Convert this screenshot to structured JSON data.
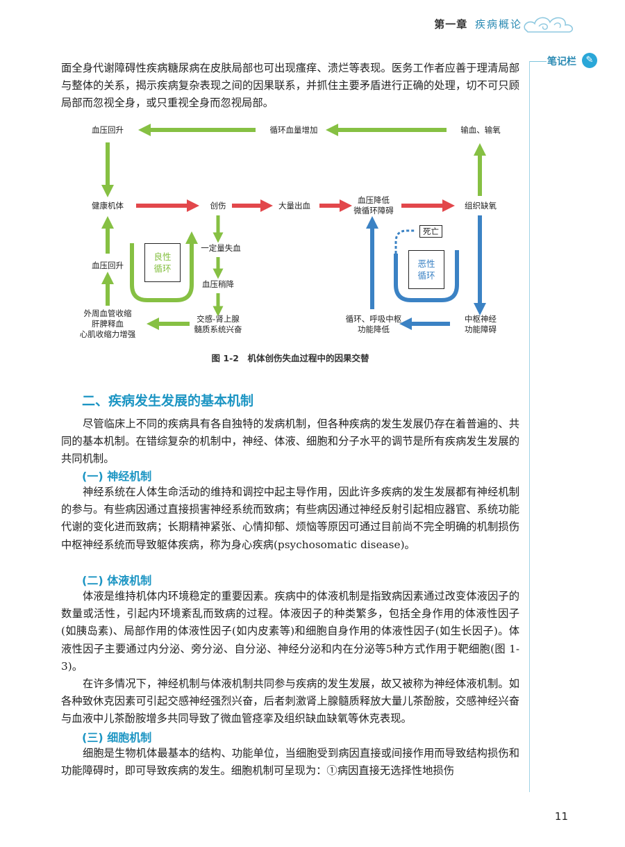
{
  "header": {
    "chapter": "第一章",
    "title": "疾病概论"
  },
  "sidebar": {
    "notes_label": "笔记栏"
  },
  "intro_paragraph": "面全身代谢障碍性疾病糖尿病在皮肤局部也可出现瘙痒、溃烂等表现。医务工作者应善于理清局部与整体的关系，揭示疾病复杂表现之间的因果联系，并抓住主要矛盾进行正确的处理，切不可只顾局部而忽视全身，或只重视全身而忽视局部。",
  "figure": {
    "nodes": {
      "bp_recover_top": "血压回升",
      "circ_volume_up": "循环血量增加",
      "transfusion": "输血、输氧",
      "healthy_body": "健康机体",
      "trauma": "创伤",
      "major_bleeding": "大量出血",
      "bp_drop_line1": "血压降低",
      "bp_drop_line2": "微循环障碍",
      "tissue_hypoxia": "组织缺氧",
      "some_blood_loss": "一定量失血",
      "bp_slight_drop": "血压稍降",
      "sympathetic_line1": "交感-肾上腺",
      "sympathetic_line2": "髓质系统兴奋",
      "bp_recover_left": "血压回升",
      "peripheral_line1": "外周血管收缩",
      "peripheral_line2": "肝脾释血",
      "peripheral_line3": "心肌收缩力增强",
      "cns_line1": "中枢神经",
      "cns_line2": "功能障碍",
      "resp_line1": "循环、呼吸中枢",
      "resp_line2": "功能降低",
      "death": "死亡",
      "benign_line1": "良性",
      "benign_line2": "循环",
      "vicious_line1": "恶性",
      "vicious_line2": "循环"
    },
    "colors": {
      "green": "#86c043",
      "red": "#e2474b",
      "blue": "#3b82c4"
    },
    "caption": "图 1-2　机体创伤失血过程中的因果交替"
  },
  "section": {
    "heading": "二、疾病发生发展的基本机制",
    "intro": "尽管临床上不同的疾病具有各自独特的发病机制，但各种疾病的发生发展仍存在着普遍的、共同的基本机制。在错综复杂的机制中，神经、体液、细胞和分子水平的调节是所有疾病发生发展的共同机制。",
    "sub1_heading": "(一) 神经机制",
    "sub1_text": "神经系统在人体生命活动的维持和调控中起主导作用，因此许多疾病的发生发展都有神经机制的参与。有些病因通过直接损害神经系统而致病；有些病因通过神经反射引起相应器官、系统功能代谢的变化进而致病；长期精神紧张、心情抑郁、烦恼等原因可通过目前尚不完全明确的机制损伤中枢神经系统而导致躯体疾病，称为身心疾病(psychosomatic disease)。",
    "sub2_heading": "(二) 体液机制",
    "sub2_text1": "体液是维持机体内环境稳定的重要因素。疾病中的体液机制是指致病因素通过改变体液因子的数量或活性，引起内环境紊乱而致病的过程。体液因子的种类繁多，包括全身作用的体液性因子(如胰岛素)、局部作用的体液性因子(如内皮素等)和细胞自身作用的体液性因子(如生长因子)。体液性因子主要通过内分泌、旁分泌、自分泌、神经分泌和内在分泌等5种方式作用于靶细胞(图 1-3)。",
    "sub2_text2": "在许多情况下，神经机制与体液机制共同参与疾病的发生发展，故又被称为神经体液机制。如各种致休克因素可引起交感神经强烈兴奋，后者刺激肾上腺髓质释放大量儿茶酚胺，交感神经兴奋与血液中儿茶酚胺增多共同导致了微血管痉挛及组织缺血缺氧等休克表现。",
    "sub3_heading": "(三) 细胞机制",
    "sub3_text": "细胞是生物机体最基本的结构、功能单位，当细胞受到病因直接或间接作用而导致结构损伤和功能障碍时，即可导致疾病的发生。细胞机制可呈现为：①病因直接无选择性地损伤"
  },
  "page_number": "11"
}
